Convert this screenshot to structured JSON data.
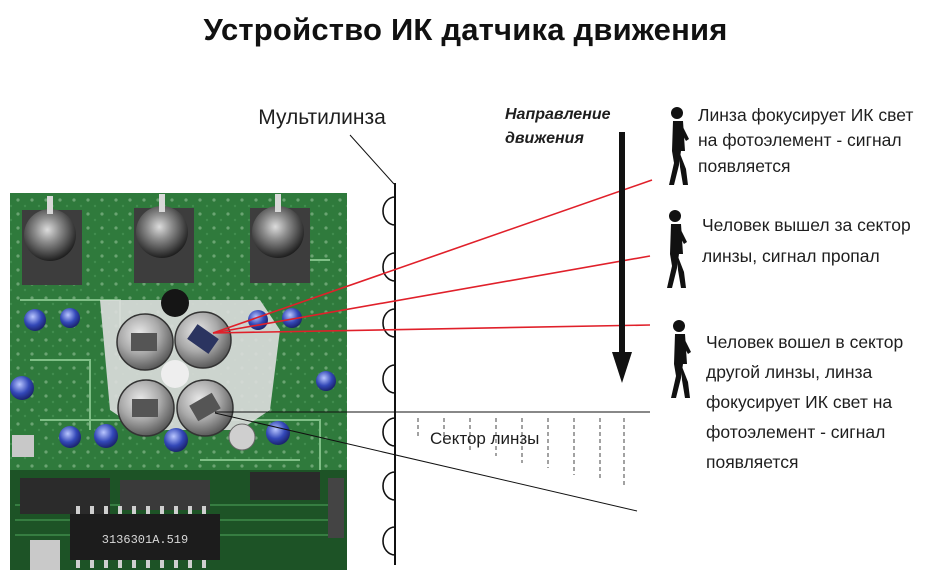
{
  "title": "Устройство ИК датчика движения",
  "labels": {
    "multilens": "Мультилинза",
    "direction_line1": "Направление",
    "direction_line2": "движения",
    "lens_sector": "Сектор линзы"
  },
  "events": [
    {
      "id": "focus-appears",
      "lines": [
        "Линза фокусирует ИК свет",
        "на фотоэлемент - сигнал",
        "появляется"
      ]
    },
    {
      "id": "left-sector",
      "lines": [
        "Человек вышел за сектор",
        "линзы, сигнал пропал"
      ]
    },
    {
      "id": "entered-other-sector",
      "lines": [
        "Человек вошел в сектор",
        "другой линзы, линза",
        "фокусирует ИК свет на",
        "фотоэлемент - сигнал",
        "появляется"
      ]
    }
  ],
  "board": {
    "chip_label": "3136301A.519"
  },
  "colors": {
    "ray": "#e0202a",
    "pcb": "#2f7a3c",
    "pcb_dark": "#1d5326",
    "outline": "#111111"
  },
  "icons": {
    "figure": "walking-person-icon",
    "arrow": "down-arrow-icon"
  }
}
